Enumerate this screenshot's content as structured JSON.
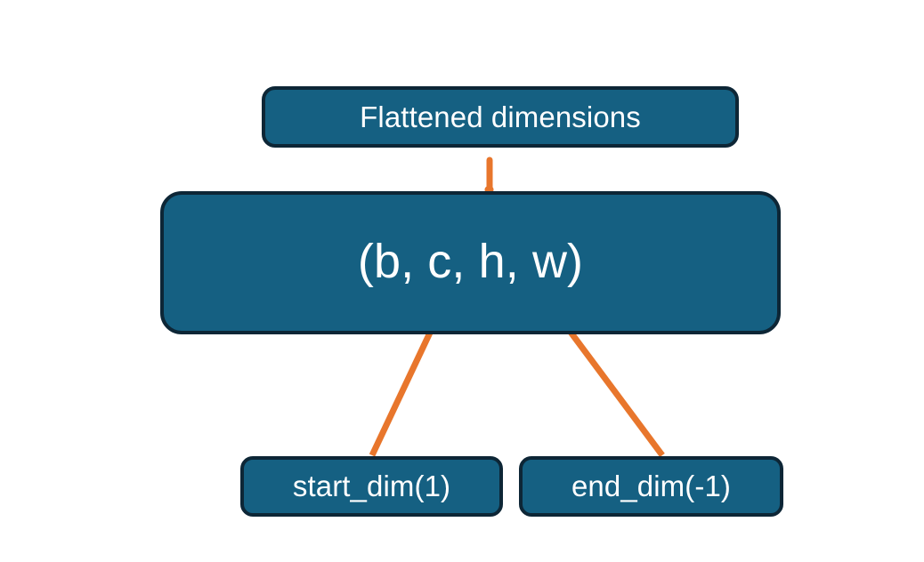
{
  "diagram": {
    "title_node": {
      "label": "Flattened dimensions"
    },
    "shape_node": {
      "label": "(b, c, h, w)"
    },
    "param_nodes": [
      {
        "label": "start_dim(1)"
      },
      {
        "label": "end_dim(-1)"
      }
    ],
    "colors": {
      "node_fill": "#156082",
      "node_border": "#0d2636",
      "node_text": "#ffffff",
      "connector": "#e8762c",
      "background": "#ffffff"
    },
    "connectors": [
      {
        "name": "brace-to-flattened",
        "from": "shape_node.c_h_w_span",
        "to": "title_node"
      },
      {
        "name": "arrow-start-dim",
        "from": "param_nodes.0",
        "to": "shape_node.c"
      },
      {
        "name": "arrow-end-dim",
        "from": "param_nodes.1",
        "to": "shape_node.w"
      }
    ]
  }
}
